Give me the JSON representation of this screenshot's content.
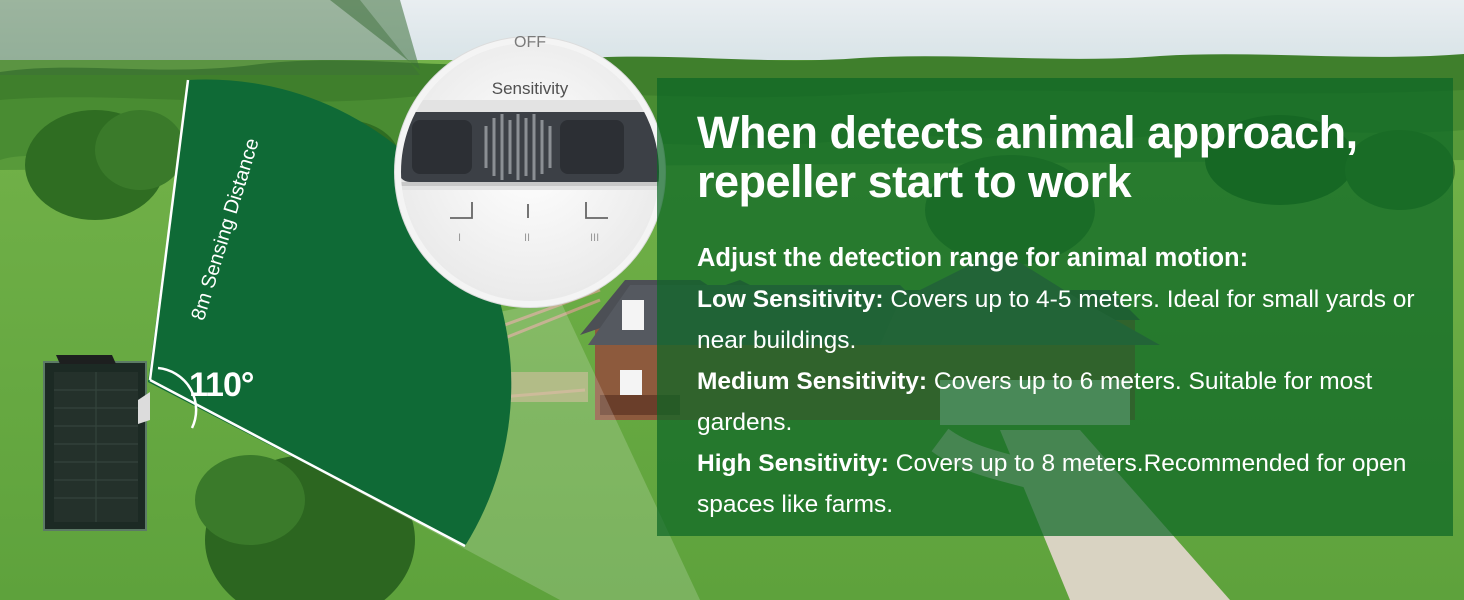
{
  "headline": "When detects animal approach, repeller start to work",
  "intro": "Adjust the detection range for animal motion:",
  "levels": [
    {
      "label": "Low Sensitivity:",
      "text": " Covers up to 4-5 meters. Ideal for small yards or near buildings."
    },
    {
      "label": "Medium Sensitivity:",
      "text": " Covers up to 6 meters. Suitable for most gardens."
    },
    {
      "label": "High Sensitivity:",
      "text": " Covers up to 8 meters.Recommended for open spaces like farms."
    }
  ],
  "sensing_distance": "8m Sensing Distance",
  "angle": "110°",
  "dial": {
    "title": "Sensitivity",
    "off": "OFF",
    "marks": [
      "I",
      "II",
      "III"
    ]
  },
  "colors": {
    "sector": "#0f6a36",
    "panel": "rgba(12,102,38,0.72)",
    "sky": "#dfe8ee"
  }
}
